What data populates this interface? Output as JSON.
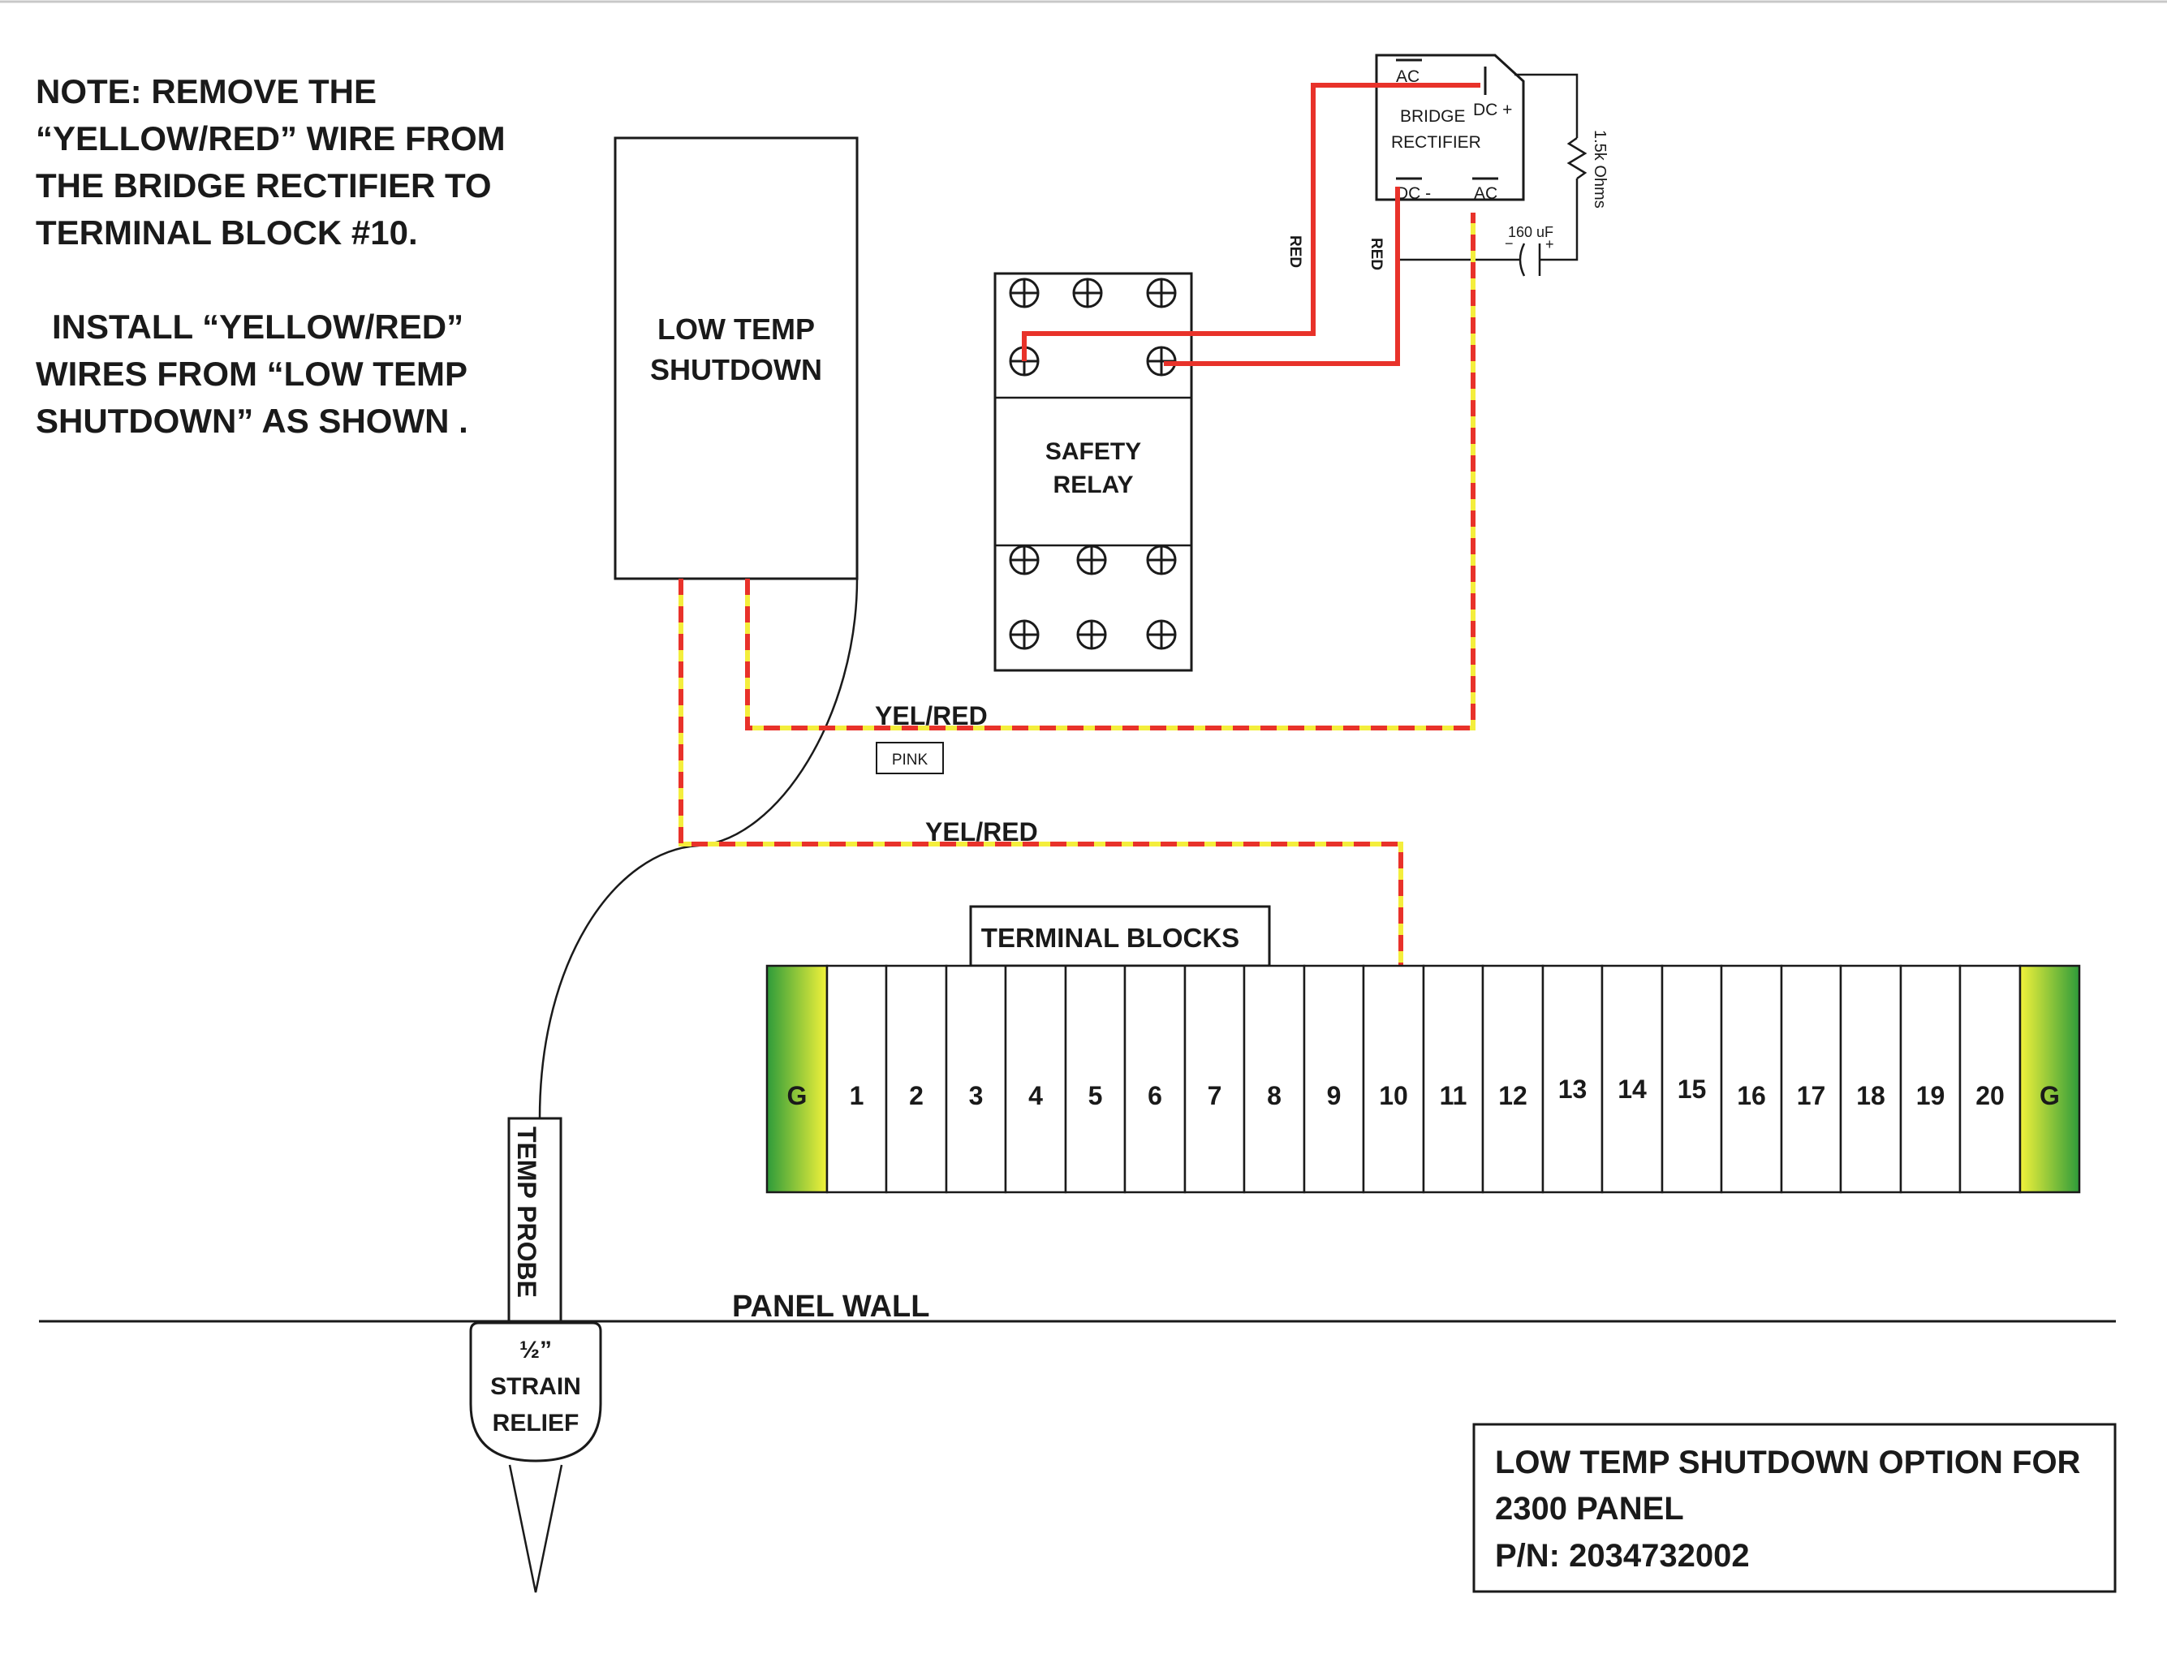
{
  "note": {
    "lines": [
      "NOTE: REMOVE THE",
      "“YELLOW/RED” WIRE FROM",
      "THE  BRIDGE RECTIFIER TO",
      "TERMINAL BLOCK #10.",
      "INSTALL “YELLOW/RED”",
      "WIRES FROM “LOW TEMP",
      "SHUTDOWN” AS SHOWN ."
    ]
  },
  "low_temp_shutdown": {
    "line1": "LOW TEMP",
    "line2": "SHUTDOWN"
  },
  "safety_relay": {
    "line1": "SAFETY",
    "line2": "RELAY"
  },
  "bridge_rectifier": {
    "ac_top": "AC",
    "title1": "BRIDGE",
    "title2": "RECTIFIER",
    "dc_plus": "DC +",
    "dc_minus": "DC -",
    "ac_bottom": "AC"
  },
  "resistor_label": "1.5k Ohms",
  "capacitor_label": "160 uF",
  "capacitor_minus": "−",
  "capacitor_plus": "+",
  "wire_labels": {
    "red_1": "RED",
    "red_2": "RED",
    "yel_red_upper": "YEL/RED",
    "yel_red_lower": "YEL/RED",
    "pink": "PINK"
  },
  "terminal_blocks": {
    "header": "TERMINAL BLOCKS",
    "labels": [
      "G",
      "1",
      "2",
      "3",
      "4",
      "5",
      "6",
      "7",
      "8",
      "9",
      "10",
      "11",
      "12",
      "13",
      "14",
      "15",
      "16",
      "17",
      "18",
      "19",
      "20",
      "G"
    ]
  },
  "colors": {
    "wire_red": "#e8322a",
    "wire_yellow": "#f4ee3c",
    "ground_green": "#2e9b3a",
    "ground_yellow": "#f2f23a"
  },
  "temp_probe": "TEMP PROBE",
  "panel_wall": "PANEL WALL",
  "strain_relief": {
    "line1": "½”",
    "line2": "STRAIN",
    "line3": "RELIEF"
  },
  "title_block": {
    "line1": "LOW TEMP SHUTDOWN OPTION FOR",
    "line2": "2300 PANEL",
    "line3": "P/N: 2034732002"
  }
}
